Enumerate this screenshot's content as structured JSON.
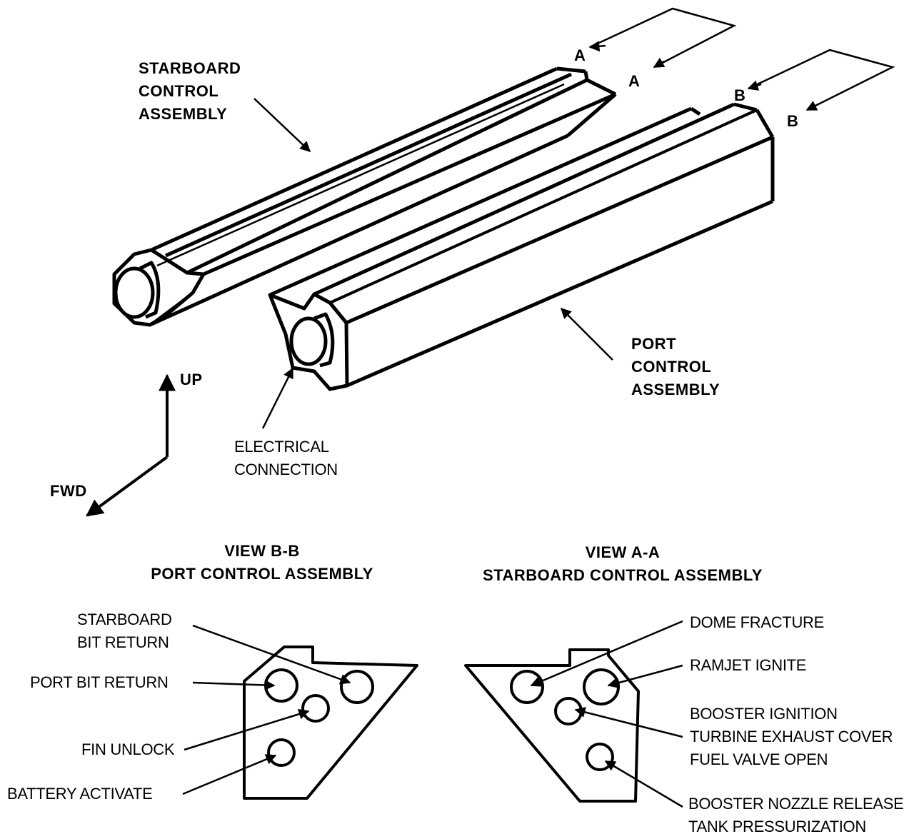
{
  "labels": {
    "starboard_line1": "STARBOARD",
    "starboard_line2": "CONTROL",
    "starboard_line3": "ASSEMBLY",
    "port_line1": "PORT",
    "port_line2": "CONTROL",
    "port_line3": "ASSEMBLY",
    "section_a_top": "A",
    "section_a_bottom": "A",
    "section_b_top": "B",
    "section_b_bottom": "B",
    "up": "UP",
    "fwd": "FWD",
    "electrical_line1": "ELECTRICAL",
    "electrical_line2": "CONNECTION"
  },
  "view_bb": {
    "title_line1": "VIEW B-B",
    "title_line2": "PORT CONTROL ASSEMBLY",
    "callouts": {
      "starboard_bit_line1": "STARBOARD",
      "starboard_bit_line2": "BIT RETURN",
      "port_bit": "PORT BIT RETURN",
      "fin_unlock": "FIN UNLOCK",
      "battery_activate": "BATTERY ACTIVATE"
    }
  },
  "view_aa": {
    "title_line1": "VIEW A-A",
    "title_line2": "STARBOARD CONTROL ASSEMBLY",
    "callouts": {
      "dome_fracture": "DOME FRACTURE",
      "ramjet_ignite": "RAMJET IGNITE",
      "booster_line1": "BOOSTER IGNITION",
      "booster_line2": "TURBINE EXHAUST COVER",
      "booster_line3": "FUEL VALVE OPEN",
      "nozzle_line1": "BOOSTER NOZZLE RELEASE",
      "nozzle_line2": "TANK PRESSURIZATION"
    }
  },
  "colors": {
    "ink": "#000000",
    "paper": "#ffffff"
  }
}
